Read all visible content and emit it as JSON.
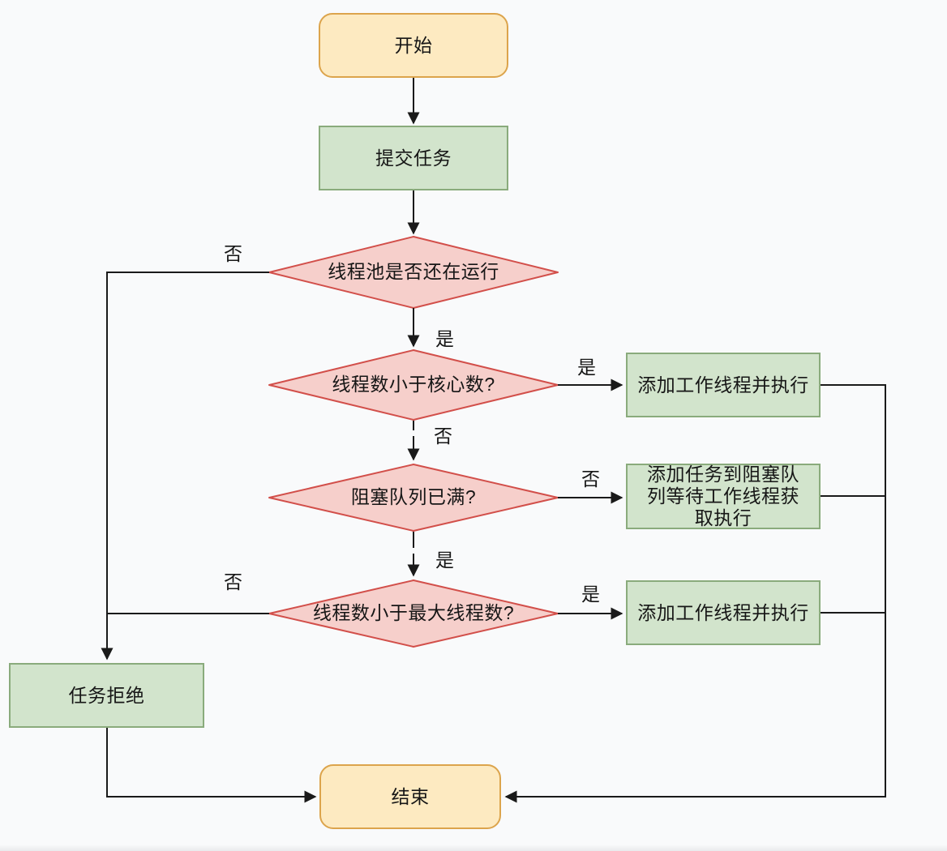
{
  "diagram_title": "thread-pool-task-flowchart",
  "colors": {
    "bg_color": "#f9fafb",
    "text_color": "#161616",
    "line_color": "#1a1a1a",
    "terminator_fill": "#fdeac1",
    "terminator_border": "#dca44c",
    "process_fill": "#d2e4cc",
    "process_border": "#8aab7c",
    "decision_fill": "#f6cfcb",
    "decision_border": "#d24f4a"
  },
  "nodes": {
    "start": {
      "type": "terminator",
      "label": "开始"
    },
    "submit": {
      "type": "process",
      "label": "提交任务"
    },
    "pool_running": {
      "type": "decision",
      "label": "线程池是否还在运行"
    },
    "below_core": {
      "type": "decision",
      "label": "线程数小于核心数?"
    },
    "queue_full": {
      "type": "decision",
      "label": "阻塞队列已满?"
    },
    "below_max": {
      "type": "decision",
      "label": "线程数小于最大线程数?"
    },
    "add_worker_1": {
      "type": "process",
      "label": "添加工作线程并执行"
    },
    "enqueue": {
      "type": "process",
      "label": "添加任务到阻塞队列等待工作线程获取执行"
    },
    "add_worker_2": {
      "type": "process",
      "label": "添加工作线程并执行"
    },
    "reject": {
      "type": "process",
      "label": "任务拒绝"
    },
    "end": {
      "type": "terminator",
      "label": "结束"
    }
  },
  "edge_labels": {
    "running_no": "否",
    "running_yes": "是",
    "core_yes": "是",
    "core_no": "否",
    "queue_no": "否",
    "queue_yes": "是",
    "max_no": "否",
    "max_yes": "是"
  }
}
